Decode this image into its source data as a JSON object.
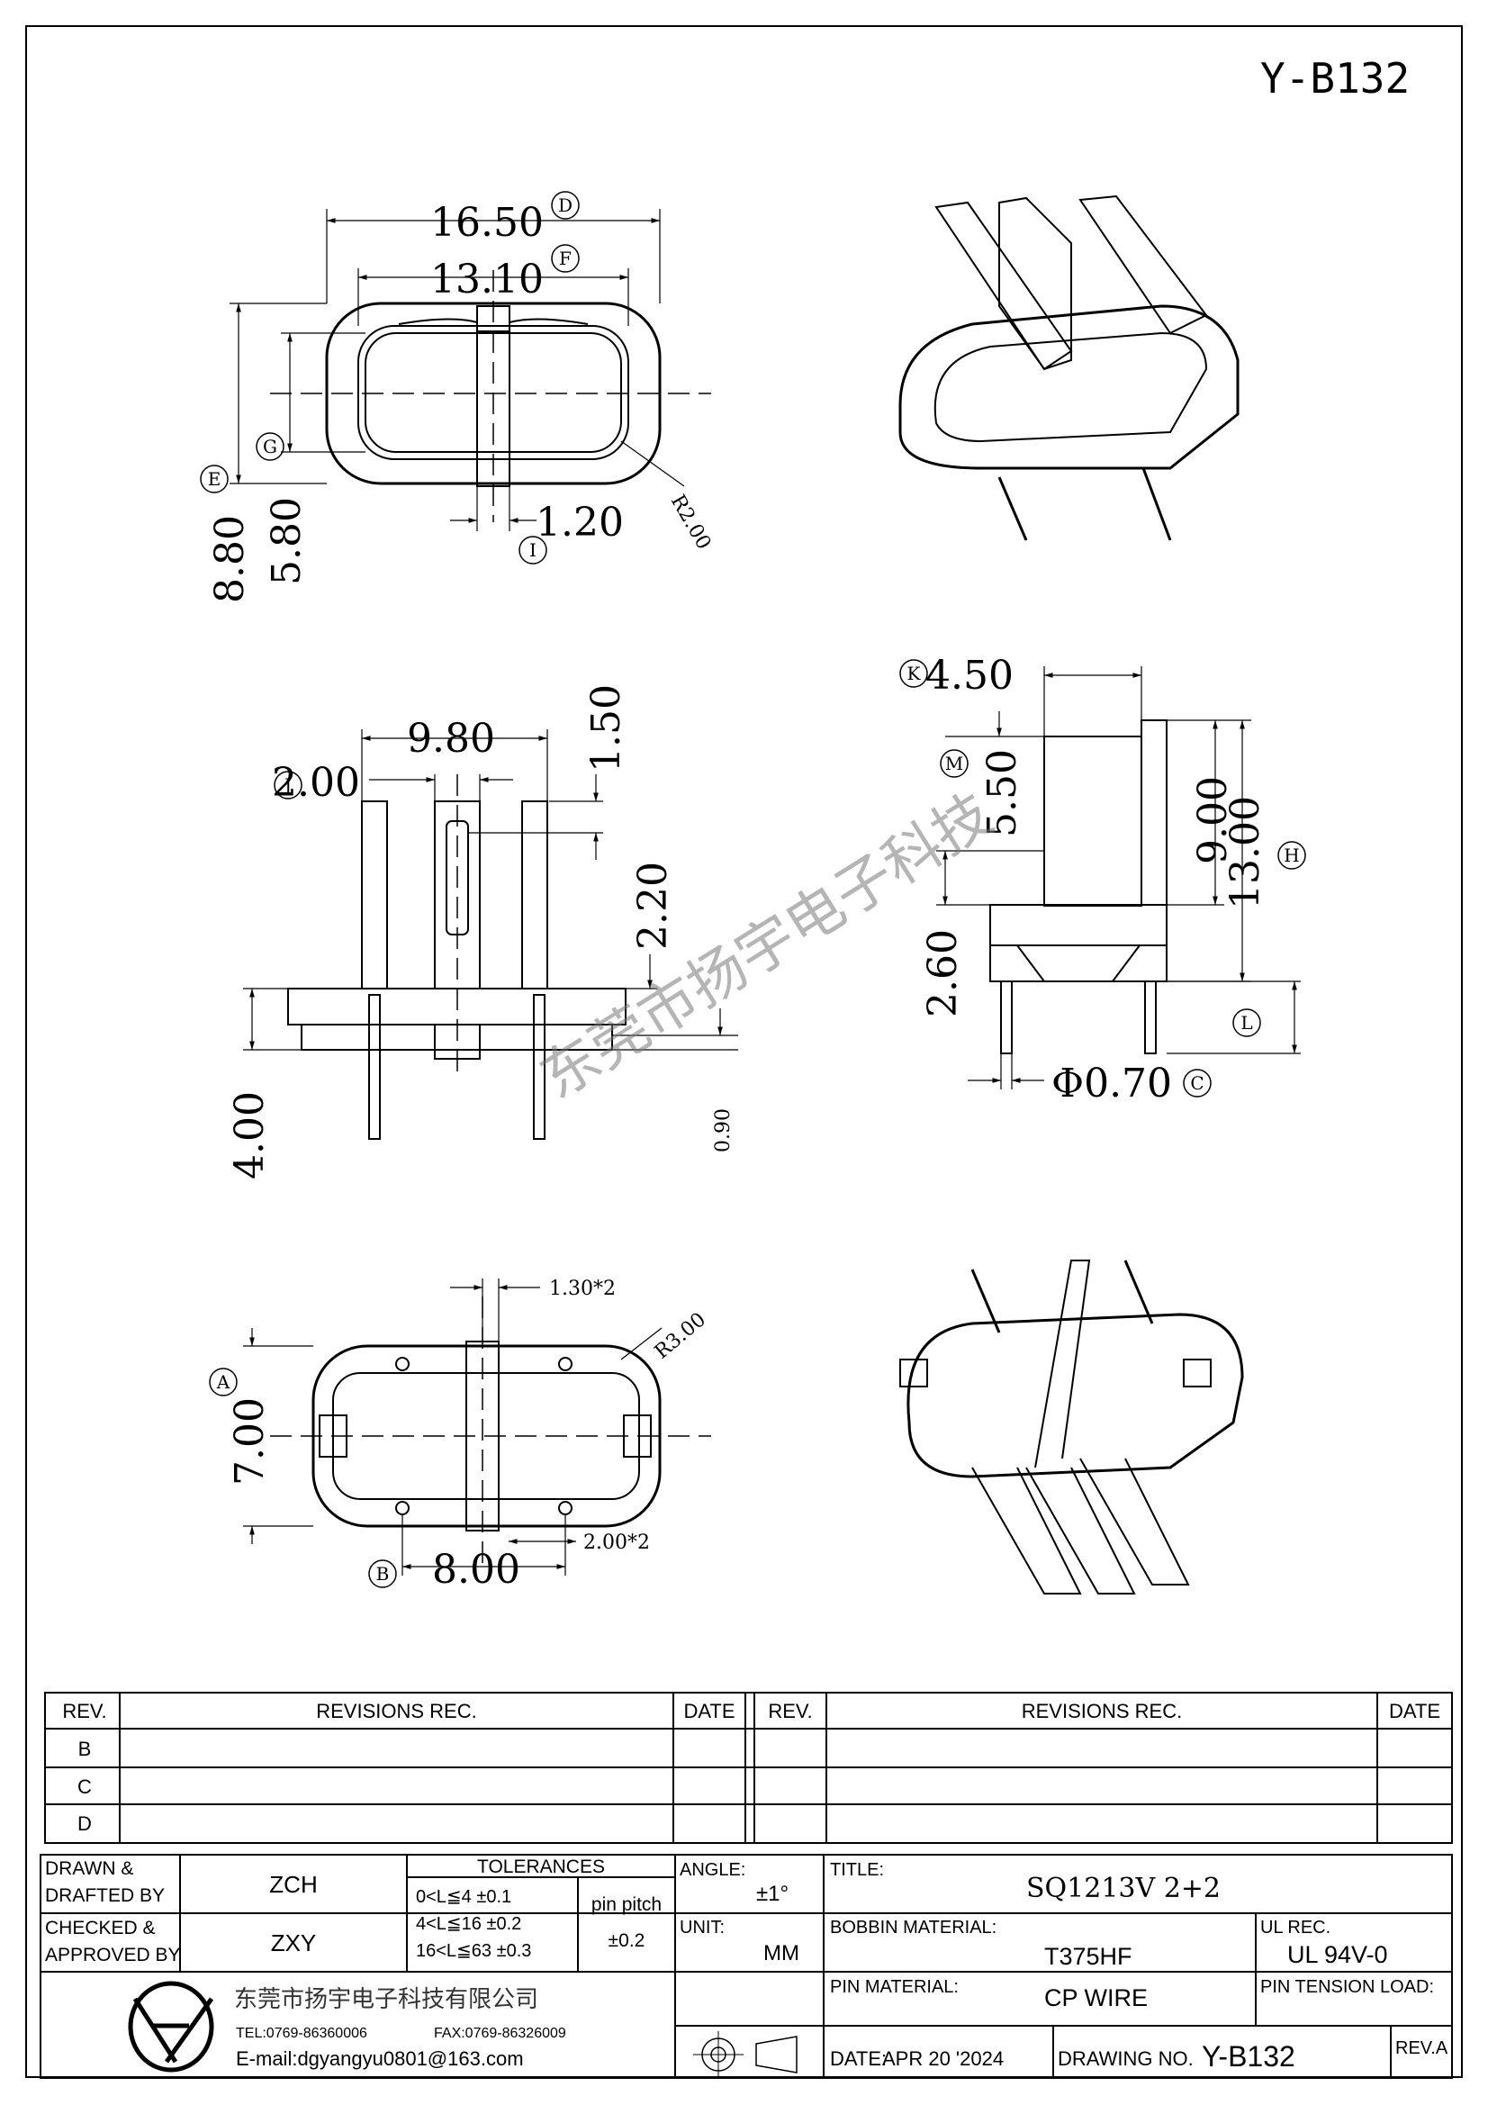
{
  "drawing_number_top": "Y-B132",
  "dims": {
    "d1650": "16.50",
    "d1310": "13.10",
    "d120": "1.20",
    "r200": "R2.00",
    "d880": "8.80",
    "d580": "5.80",
    "d980": "9.80",
    "d200": "2.00",
    "d150": "1.50",
    "d220": "2.20",
    "d400": "4.00",
    "d090": "0.90",
    "d450": "4.50",
    "d550": "5.50",
    "d900": "9.00",
    "d1300": "13.00",
    "d260": "2.60",
    "d070": "Φ0.70",
    "d130x2": "1.30*2",
    "r300": "R3.00",
    "d700": "7.00",
    "d800": "8.00",
    "d200x2": "2.00*2"
  },
  "callouts": {
    "A": "A",
    "B": "B",
    "C": "C",
    "D": "D",
    "E": "E",
    "F": "F",
    "G": "G",
    "H": "H",
    "I": "I",
    "J": "J",
    "K": "K",
    "L": "L",
    "M": "M"
  },
  "watermark": "东莞市扬宇电子科技",
  "revisions": {
    "header_rev": "REV.",
    "header_rec": "REVISIONS   REC.",
    "header_date": "DATE",
    "rows": [
      "B",
      "C",
      "D"
    ]
  },
  "title_block": {
    "drawn_label": "DRAWN &\nDRAFTED BY",
    "drawn_label_1": "DRAWN &",
    "drawn_label_2": "DRAFTED BY",
    "drawn_value": "ZCH",
    "checked_label_1": "CHECKED &",
    "checked_label_2": "APPROVED BY",
    "checked_value": "ZXY",
    "tolerances_label": "TOLERANCES",
    "tol_1": "0<L≦4    ±0.1",
    "tol_2": "4<L≦16  ±0.2",
    "tol_3": "16<L≦63  ±0.3",
    "pin_pitch_label": "pin pitch",
    "pin_pitch_value": "±0.2",
    "angle_label": "ANGLE:",
    "angle_value": "±1°",
    "unit_label": "UNIT:",
    "unit_value": "MM",
    "title_label": "TITLE:",
    "title_value": "SQ1213V  2+2",
    "bobbin_label": "BOBBIN MATERIAL:",
    "bobbin_value": "T375HF",
    "ul_label": "UL REC.",
    "ul_value": "UL 94V-0",
    "pin_material_label": "PIN MATERIAL:",
    "pin_material_value": "CP WIRE",
    "pin_tension_label": "PIN TENSION LOAD:",
    "date_label": "DATE:",
    "date_value": "APR 20 '2024",
    "drawing_no_label": "DRAWING NO.",
    "drawing_no_value": "Y-B132",
    "rev_label": "REV.A",
    "company_name": "东莞市扬宇电子科技有限公司",
    "tel": "TEL:0769-86360006",
    "fax": "FAX:0769-86326009",
    "email": "E-mail:dgyangyu0801@163.com"
  }
}
